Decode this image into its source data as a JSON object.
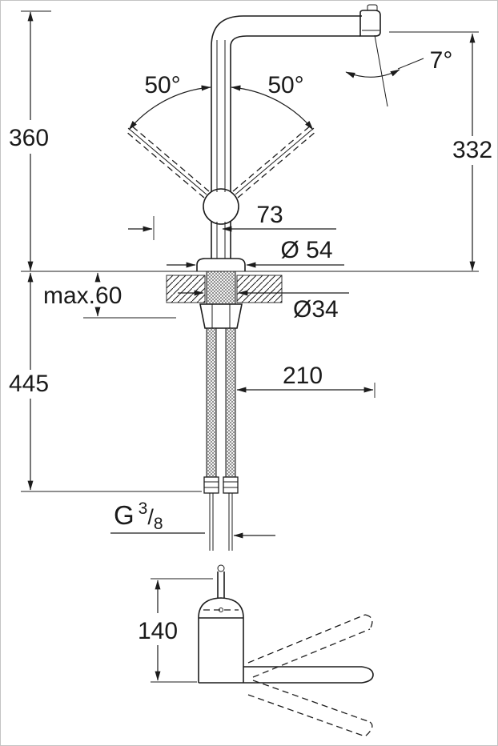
{
  "drawing": {
    "kind": "technical-dimension-diagram",
    "subject": "single-lever kitchen faucet with L-spout",
    "line_color": "#1c1c1c",
    "background": "#ffffff"
  },
  "dimensions": {
    "total_height": "360",
    "below_counter_length": "445",
    "spout_outlet_height": "332",
    "handle_swing_left": "50°",
    "handle_swing_right": "50°",
    "outlet_angle": "7°",
    "handle_offset": "73",
    "base_diameter": "Ø 54",
    "max_counter_thickness": "max.60",
    "shank_diameter": "Ø34",
    "spout_reach": "210",
    "spout_clearance_height": "140",
    "thread": {
      "prefix": "G",
      "numerator": "3",
      "slash": "/",
      "denominator": "8"
    }
  }
}
